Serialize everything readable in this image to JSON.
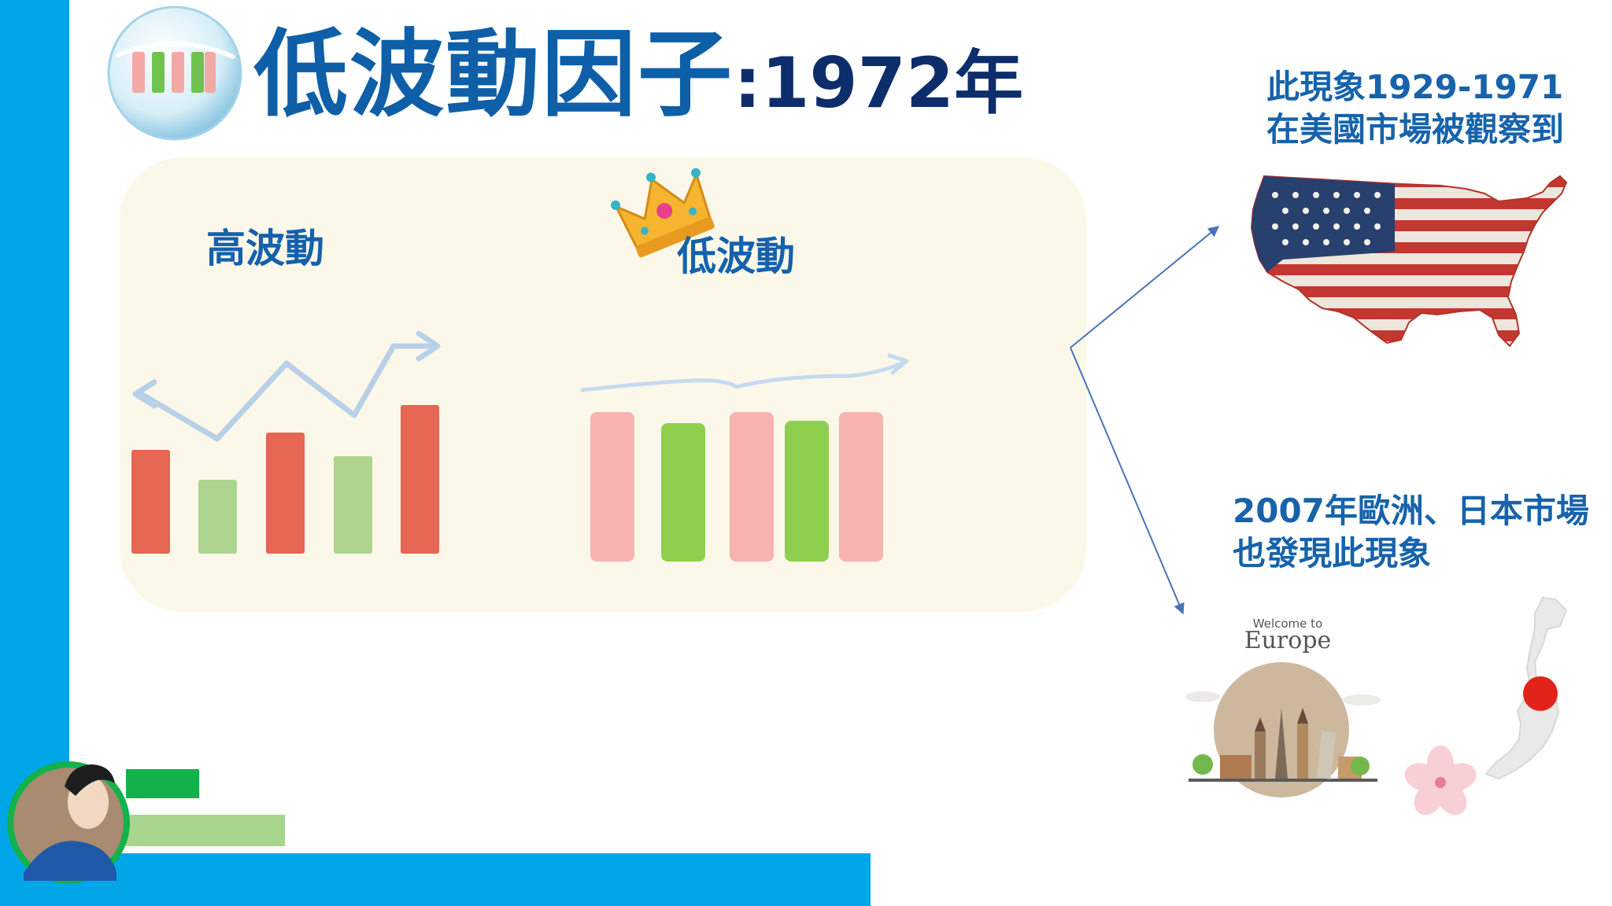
{
  "title": {
    "main": "低波動因子",
    "year": ":1972年"
  },
  "panel": {
    "high_label": "高波動",
    "low_label": "低波動"
  },
  "notes": {
    "us_line1": "此現象1929-1971",
    "us_line2": "在美國市場被觀察到",
    "eu_line1": "2007年歐洲、日本市場",
    "eu_line2": "也發現此現象"
  },
  "europe_badge": {
    "small": "Welcome to",
    "big": "Europe"
  },
  "colors": {
    "sidebar": "#00a6e8",
    "title": "#0e5fa8",
    "label": "#1561ac",
    "bar_red": "#e66654",
    "bar_green_light": "#add590",
    "bar_pink": "#f6b3b0",
    "bar_green": "#8fcf4e",
    "arrow": "#b8d0e8"
  },
  "icons": [
    "bar-chart-bubble-icon",
    "crown-icon",
    "usa-flag-map-icon",
    "europe-landmarks-icon",
    "japan-map-icon",
    "sakura-icon",
    "presenter-avatar-icon"
  ]
}
